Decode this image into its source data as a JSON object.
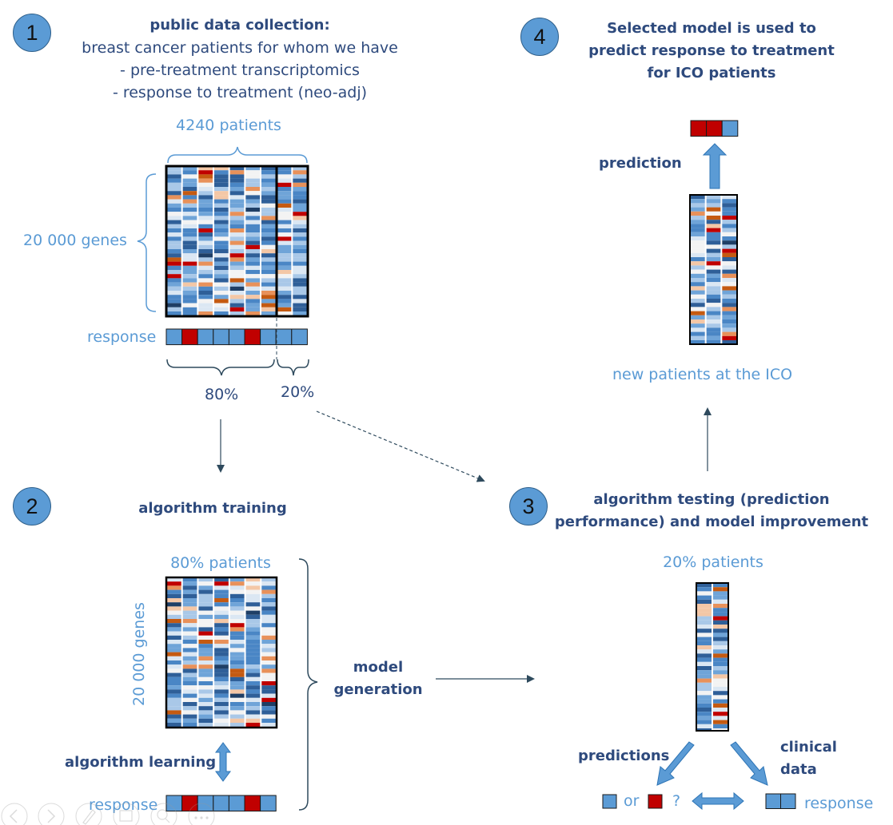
{
  "step1": {
    "number": "1",
    "title": "public data collection:",
    "line1": "breast cancer patients for whom we have",
    "line2": "- pre-treatment transcriptomics",
    "line3": "- response to treatment (neo-adj)",
    "patients_label": "4240 patients",
    "genes_label": "20 000 genes",
    "response_label": "response",
    "split_train": "80%",
    "split_test": "20%"
  },
  "step2": {
    "number": "2",
    "title": "algorithm training",
    "patients_label": "80% patients",
    "genes_label": "20 000 genes",
    "learning_label": "algorithm learning",
    "response_label": "response",
    "model_gen_line1": "model",
    "model_gen_line2": "generation"
  },
  "step3": {
    "number": "3",
    "title_line1": "algorithm testing (prediction",
    "title_line2": "performance) and model improvement",
    "patients_label": "20% patients",
    "predictions_label": "predictions",
    "clinical_line1": "clinical",
    "clinical_line2": "data",
    "or_label": "or",
    "question_label": "?",
    "response_label": "response"
  },
  "step4": {
    "number": "4",
    "title_line1": "Selected model is used to",
    "title_line2": "predict response to treatment",
    "title_line3": "for ICO patients",
    "prediction_label": "prediction",
    "new_patients_label": "new patients at the ICO"
  },
  "colors": {
    "badge": "#5b9bd5",
    "dark_text": "#2e4a7d",
    "light_text": "#5b9bd5",
    "responder": "#5b9bd5",
    "non_responder": "#c00000",
    "arrow_fill": "#5b9bd5"
  },
  "step1_response_cells": [
    "blue",
    "red",
    "blue",
    "blue",
    "blue",
    "red",
    "blue",
    "blue",
    "blue"
  ],
  "step2_response_cells": [
    "blue",
    "red",
    "blue",
    "blue",
    "blue",
    "red",
    "blue"
  ],
  "step4_prediction_cells": [
    "red",
    "red",
    "blue"
  ],
  "step3_response_cells": [
    "blue",
    "blue"
  ]
}
